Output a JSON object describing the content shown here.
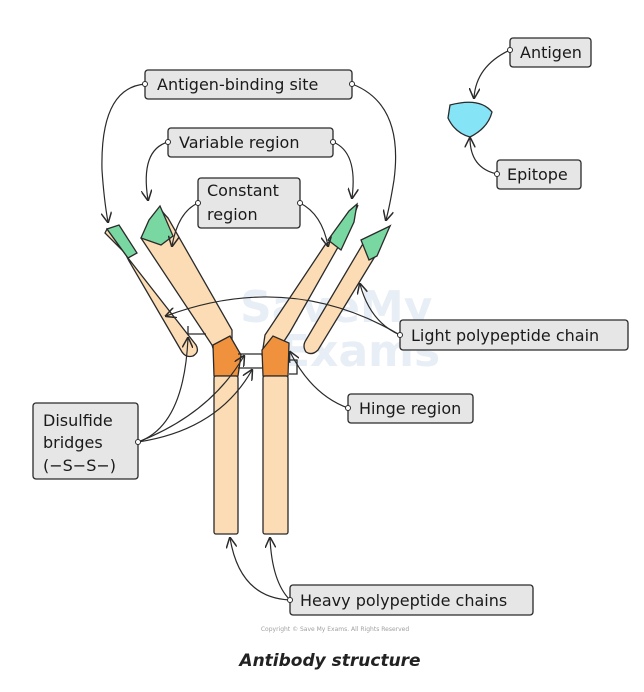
{
  "labels": {
    "antigen_binding_site": "Antigen-binding site",
    "variable_region": "Variable region",
    "constant_region_line1": "Constant",
    "constant_region_line2": "region",
    "antigen": "Antigen",
    "epitope": "Epitope",
    "light_chain": "Light polypeptide chain",
    "hinge_region": "Hinge region",
    "disulfide_line1": "Disulfide",
    "disulfide_line2": "bridges",
    "disulfide_line3": "(−S−S−)",
    "heavy_chains": "Heavy polypeptide chains"
  },
  "watermark_line1": "SaveMy",
  "watermark_line2": "Exams",
  "copyright": "Copyright © Save My Exams. All Rights Reserved",
  "caption": "Antibody structure",
  "colors": {
    "chain": "#fbdcb4",
    "variable_tip": "#79d7a2",
    "hinge": "#f0923d",
    "antigen": "#86e4f7",
    "label_box": "#e6e6e6",
    "outline": "#2a2a2a"
  }
}
